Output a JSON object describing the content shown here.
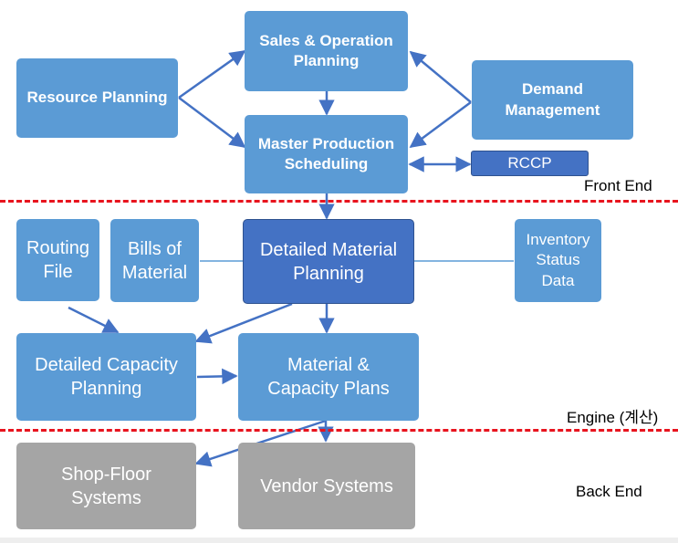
{
  "nodes": {
    "sop": "Sales & Operation\nPlanning",
    "resource": "Resource Planning",
    "demand": "Demand\nManagement",
    "mps": "Master Production\nScheduling",
    "rccp": "RCCP",
    "routing": "Routing\nFile",
    "bom": "Bills of\nMaterial",
    "mrp": "Detailed Material\nPlanning",
    "inventory": "Inventory\nStatus\nData",
    "capacity": "Detailed Capacity\nPlanning",
    "plans": "Material &\nCapacity Plans",
    "shopfloor": "Shop-Floor\nSystems",
    "vendor": "Vendor Systems"
  },
  "sections": {
    "front": "Front End",
    "engine": "Engine (계산)",
    "back": "Back End"
  },
  "colors": {
    "box_blue": "#5b9bd5",
    "box_dark_blue": "#4472c4",
    "box_gray": "#a5a5a5",
    "divider_red": "#e8141e",
    "arrow": "#4472c4"
  }
}
